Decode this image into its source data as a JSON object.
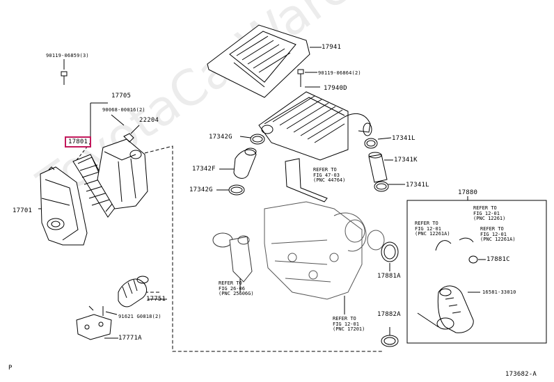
{
  "watermark": "ToyotaCarWare.ru",
  "highlight_color": "#c2185b",
  "labels": {
    "bolt_top": "90119-06859(3)",
    "p17705": "17705",
    "clamp_p": "90068-00016(2)",
    "p22204": "22204",
    "p17801": "17801",
    "p17701": "17701",
    "p17751": "17751",
    "bolt_bottom": "91621 G0818(2)",
    "p17771a": "17771A",
    "p17941": "17941",
    "bolt_right": "90119-06864(2)",
    "p17940d": "17940D",
    "p17342g_a": "17342G",
    "p17341l_a": "17341L",
    "p17342f": "17342F",
    "p17341k": "17341K",
    "p17342g_b": "17342G",
    "p17341l_b": "17341L",
    "p17880": "17880",
    "p17881c": "17881C",
    "p16581": "16581-33010",
    "p17881a": "17881A",
    "p17882a": "17882A",
    "page_mark": "P",
    "diagram_code": "173682-A"
  },
  "refs": {
    "fig47": "REFER TO\nFIG 47-03\n(PNC 44764)",
    "fig12_top": "REFER TO\nFIG 12-01\n(PNC 12261)",
    "fig12_a": "REFER TO\nFIG 12-01\n(PNC 12261A)",
    "fig12_b": "REFER TO\nFIG 12-01\n(PNC 12261A)",
    "fig26": "REFER TO\nFIG 26-06\n(PNC 25606G)",
    "fig12_bot": "REFER TO\nFIG 12-01\n(PNC 17201)"
  }
}
